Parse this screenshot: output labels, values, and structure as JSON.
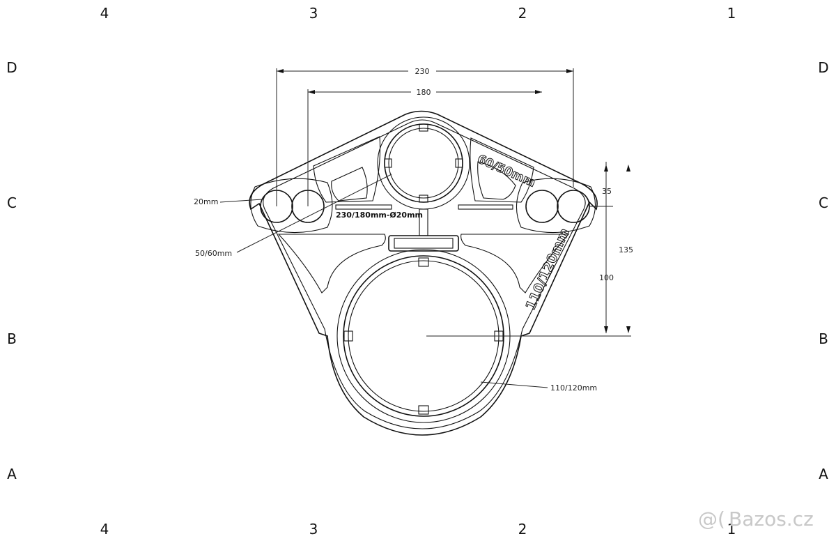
{
  "zone_columns": {
    "top": [
      "4",
      "3",
      "2",
      "1"
    ],
    "bottom": [
      "4",
      "3",
      "2",
      "1"
    ]
  },
  "zone_rows": {
    "left": [
      "D",
      "C",
      "B",
      "A"
    ],
    "right": [
      "D",
      "C",
      "B",
      "A"
    ]
  },
  "dimensions": {
    "width_outer": "230",
    "width_inner": "180",
    "small_hole_offset": "35",
    "total_height": "135",
    "center_height": "100"
  },
  "callouts": {
    "small_hole": "20mm",
    "medium_hole": "50/60mm",
    "large_hole": "110/120mm"
  },
  "embossed": {
    "top_right": "60/50mm",
    "right_side": "110/120mm",
    "middle": "230/180mm-Ø20mm"
  },
  "watermark": "Bazos.cz"
}
